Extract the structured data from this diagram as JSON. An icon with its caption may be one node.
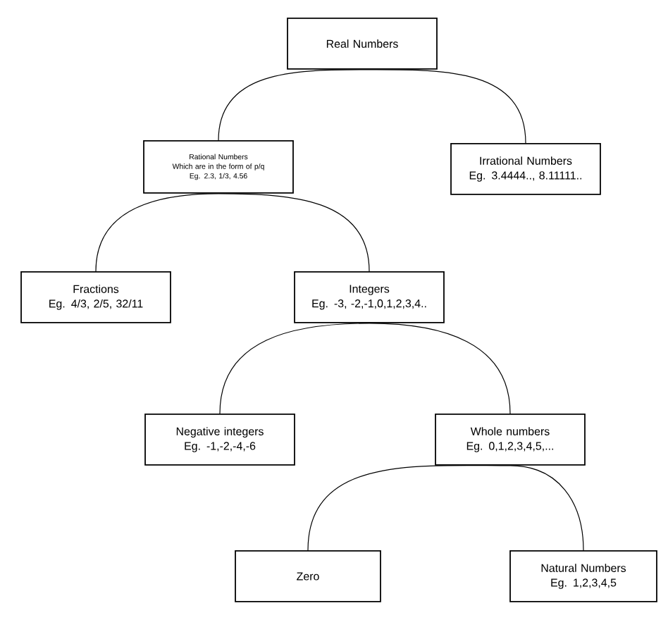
{
  "diagram": {
    "nodes": [
      {
        "text": [
          "Real Numbers"
        ]
      },
      {
        "text": [
          "Rational Numbers",
          "Which are in the form of p/q",
          "Eg. 2.3, 1/3, 4.56"
        ]
      },
      {
        "text": [
          "Irrational Numbers",
          "Eg. 3.4444.., 8.11111.."
        ]
      },
      {
        "text": [
          "Fractions",
          "Eg. 4/3, 2/5, 32/11"
        ]
      },
      {
        "text": [
          "Integers",
          "Eg. -3, -2,-1,0,1,2,3,4.."
        ]
      },
      {
        "text": [
          "Negative integers",
          "Eg. -1,-2,-4,-6"
        ]
      },
      {
        "text": [
          "Whole numbers",
          "Eg. 0,1,2,3,4,5,..."
        ]
      },
      {
        "text": [
          "Zero"
        ]
      },
      {
        "text": [
          "Natural Numbers",
          "Eg. 1,2,3,4,5"
        ]
      }
    ],
    "edges": [
      {
        "from": 0,
        "to": 1,
        "arrow": "none"
      },
      {
        "from": 0,
        "to": 2,
        "arrow": "none"
      },
      {
        "from": 1,
        "to": 3,
        "arrow": "none"
      },
      {
        "from": 1,
        "to": 4,
        "arrow": "none"
      },
      {
        "from": 4,
        "to": 5,
        "arrow": "none"
      },
      {
        "from": 4,
        "to": 6,
        "arrow": "none"
      },
      {
        "from": 6,
        "to": 7,
        "arrow": "none"
      },
      {
        "from": 6,
        "to": 8,
        "arrow": "none"
      }
    ]
  }
}
